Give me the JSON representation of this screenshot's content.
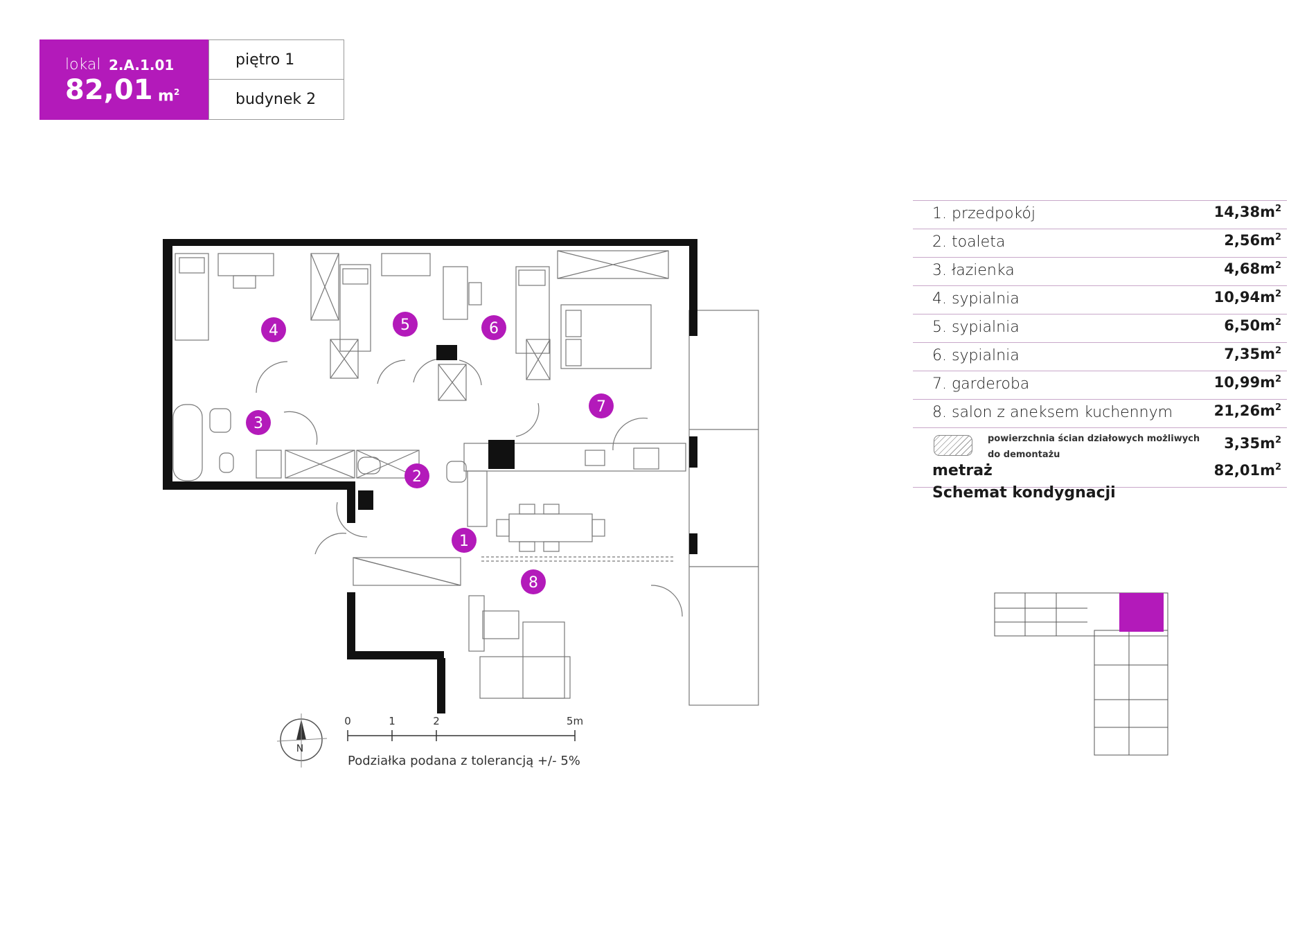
{
  "header": {
    "unit_label": "lokal",
    "unit_code": "2.A.1.01",
    "unit_area": "82,01",
    "unit_area_unit": "m",
    "floor": "piętro 1",
    "building": "budynek 2"
  },
  "rooms": [
    {
      "num": "1",
      "name": "1. przedpokój",
      "area": "14,38m"
    },
    {
      "num": "2",
      "name": "2. toaleta",
      "area": "2,56m"
    },
    {
      "num": "3",
      "name": "3. łazienka",
      "area": "4,68m"
    },
    {
      "num": "4",
      "name": "4. sypialnia",
      "area": "10,94m"
    },
    {
      "num": "5",
      "name": "5. sypialnia",
      "area": "6,50m"
    },
    {
      "num": "6",
      "name": "6. sypialnia",
      "area": "7,35m"
    },
    {
      "num": "7",
      "name": "7. garderoba",
      "area": "10,99m"
    },
    {
      "num": "8",
      "name": "8. salon z aneksem kuchennym",
      "area": "21,26m"
    }
  ],
  "walls": {
    "label": "powierzchnia ścian działowych możliwych do demontażu",
    "area": "3,35m"
  },
  "total": {
    "label": "metraż",
    "area": "82,01m"
  },
  "schema_label": "Schemat kondygnacji",
  "scale": {
    "ticks": [
      "0",
      "1",
      "2",
      "5m"
    ],
    "note": "Podziałka podana z tolerancją +/- 5%"
  },
  "compass_letter": "N",
  "colors": {
    "accent": "#b31aba",
    "wall": "#111111"
  }
}
